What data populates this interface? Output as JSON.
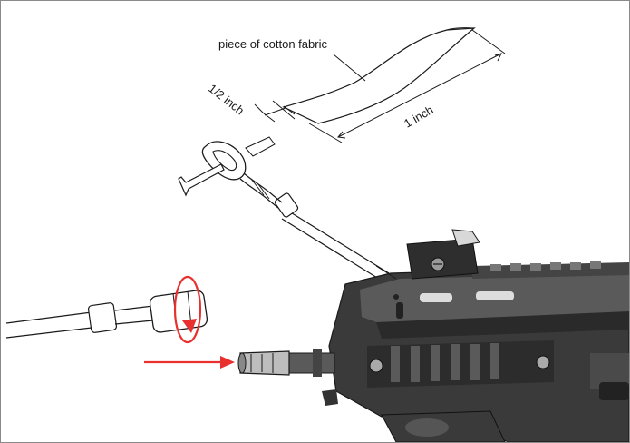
{
  "figure": {
    "labels": {
      "fabric": "piece of cotton fabric",
      "half_inch": "1/2 inch",
      "one_inch": "1 inch"
    },
    "colors": {
      "arrow_red": "#e8312f",
      "ink": "#1a1a1a",
      "gun_dark": "#2b2b2b",
      "gun_mid": "#555555",
      "gun_light": "#8c8c8c"
    }
  }
}
